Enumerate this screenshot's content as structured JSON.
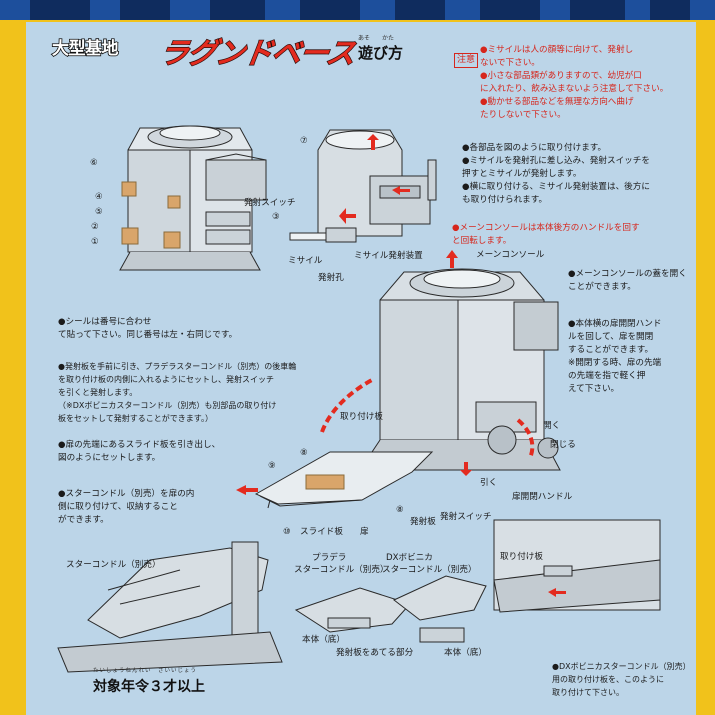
{
  "header": {
    "base_label": "大型基地",
    "product_name": "ラグンドベース",
    "how_to_play": "遊び方",
    "how_to_play_ruby": "あそ　　かた"
  },
  "caution": {
    "badge": "注意",
    "lines": [
      "●ミサイルは人の顔等に向けて、発射し",
      "ないで下さい。",
      "●小さな部品類がありますので、幼児が口",
      "に入れたり、飲み込まないよう注意して下さい。",
      "●動かせる部品などを無理な方向へ曲げ",
      "たりしないで下さい。"
    ]
  },
  "instructions": {
    "parts_missile": [
      "●各部品を図のように取り付けます。",
      "●ミサイルを発射孔に差し込み、発射スイッチを",
      "押すとミサイルが発射します。",
      "●横に取り付ける、ミサイル発射装置は、後方に",
      "も取り付けられます。"
    ],
    "console_note": [
      "●メーンコンソールは本体後方のハンドルを回す",
      "と回転します。"
    ],
    "console_lid": [
      "●メーンコンソールの蓋を開く",
      "ことができます。"
    ],
    "door_handle": [
      "●本体横の扉開閉ハンド",
      "ルを回して、扉を開閉",
      "することができます。",
      "※開閉する時、扉の先端",
      "の先端を指で軽く押",
      "えて下さい。"
    ],
    "stickers": [
      "●シールは番号に合わせ",
      "て貼って下さい。同じ番号は左・右同じです。"
    ],
    "launch_board": [
      "●発射板を手前に引き、プラデラスターコンドル（別売）の後車輪",
      "を取り付け板の内側に入れるようにセットし、発射スイッチ",
      "を引くと発射します。",
      "（※DXボビニカスターコンドル（別売）も別部品の取り付け",
      "板をセットして発射することができます。）"
    ],
    "slide_board": [
      "●扉の先端にあるスライド板を引き出し、",
      "図のようにセットします。"
    ],
    "star_condor": [
      "●スターコンドル（別売）を扉の内",
      "側に取り付けて、収納すること",
      "ができます。"
    ],
    "dx_note": [
      "●DXボビニカスターコンドル（別売）",
      "用の取り付け板を、このように",
      "取り付けて下さい。"
    ]
  },
  "labels": {
    "num6": "⑥",
    "num4": "④",
    "num5": "⑤",
    "num2": "②",
    "num1": "①",
    "num3": "③",
    "num7": "⑦",
    "num8a": "⑧",
    "num8b": "⑧",
    "num9": "⑨",
    "num10": "⑩",
    "launch_switch_top": "発射スイッチ",
    "missile": "ミサイル",
    "missile_launcher": "ミサイル発射装置",
    "launch_hole": "発射孔",
    "main_console": "メーンコンソール",
    "mount_board": "取り付け板",
    "open": "開く",
    "close": "閉じる",
    "pull": "引く",
    "door_handle_label": "扉開閉ハンドル",
    "launch_board_label": "発射板",
    "launch_switch_bottom": "発射スイッチ",
    "slide_board_label": "スライド板",
    "door": "扉",
    "star_condor_label": "スターコンドル（別売）",
    "pradera": "プラデラ",
    "pradera_condor": "スターコンドル（別売）",
    "dx_bobinika": "DXボビニカ",
    "dx_condor": "スターコンドル（別売）",
    "mount_board_2": "取り付け板",
    "body_base_1": "本体（底）",
    "launch_contact": "発射板をあてる部分",
    "body_base_2": "本体（底）"
  },
  "footer": {
    "age": "対象年令３才以上",
    "age_ruby": "たいしょうねんれい　さいいじょう"
  },
  "colors": {
    "frame_yellow": "#f1c21b",
    "sheet_blue": "#bcd5e8",
    "accent_red": "#e32b1f",
    "sticker_tan": "#d9a56a"
  }
}
